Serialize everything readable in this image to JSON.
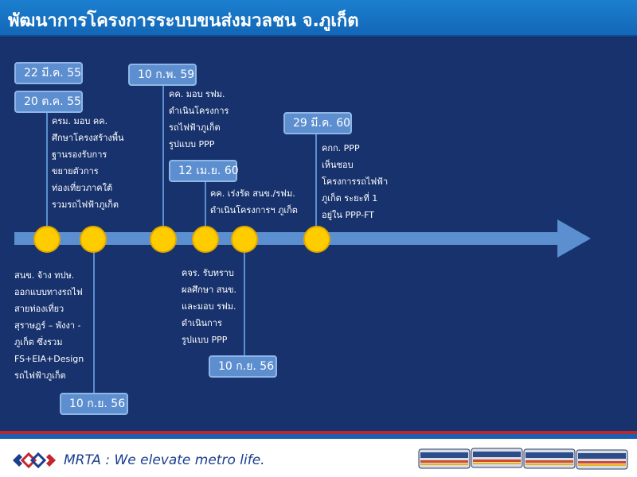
{
  "header": {
    "title": "พัฒนาการโครงการระบบขนส่งมวลชน จ.ภูเก็ต"
  },
  "timeline": {
    "dates": {
      "d1": "22 มี.ค. 55",
      "d2": "20 ต.ค. 55",
      "d3": "10 ก.พ. 59",
      "d4": "12 เม.ย. 60",
      "d5": "29 มี.ค. 60",
      "d6": "10 ก.ย. 56",
      "d7": "10 ก.ย. 56"
    },
    "notes": {
      "n1": [
        "ครม. มอบ คค.",
        "ศึกษาโครงสร้างพื้น",
        "ฐานรองรับการ",
        "ขยายตัวการ",
        "ท่องเที่ยวภาคใต้",
        "รวมรถไฟฟ้าภูเก็ต"
      ],
      "n2": [
        "คค. มอบ รฟม.",
        "ดำเนินโครงการ",
        "รถไฟฟ้าภูเก็ต",
        "รูปแบบ PPP"
      ],
      "n3": [
        "คค. เร่งรัด สนข./รฟม.",
        "ดำเนินโครงการฯ ภูเก็ต"
      ],
      "n4": [
        "คกก. PPP",
        "เห็นชอบ",
        "โครงการรถไฟฟ้า",
        "ภูเก็ต ระยะที่ 1",
        "อยู่ใน PPP-FT"
      ],
      "n5": [
        "สนข. จ้าง ทปษ.",
        "ออกแบบทางรถไฟ",
        "สายท่องเที่ยว",
        "สุราษฎร์ – พังงา -",
        "ภูเก็ต ซึ่งรวม",
        "FS+EIA+Design",
        "รถไฟฟ้าภูเก็ต"
      ],
      "n6": [
        "คจร. รับทราบ",
        "ผลศึกษา สนข.",
        "และมอบ รฟม.",
        "ดำเนินการ",
        "รูปแบบ PPP"
      ]
    }
  },
  "footer": {
    "slogan": "MRTA : We elevate metro life."
  },
  "colors": {
    "background": "#15306b",
    "title_bar": "#1c7fcf",
    "axis": "#5b8fd0",
    "node": "#ffcc00",
    "date_box": "#5d8fd0",
    "accent_red": "#b52a32"
  },
  "icons": {
    "logo": "mrta-logo-icon",
    "train": "train-icon"
  }
}
